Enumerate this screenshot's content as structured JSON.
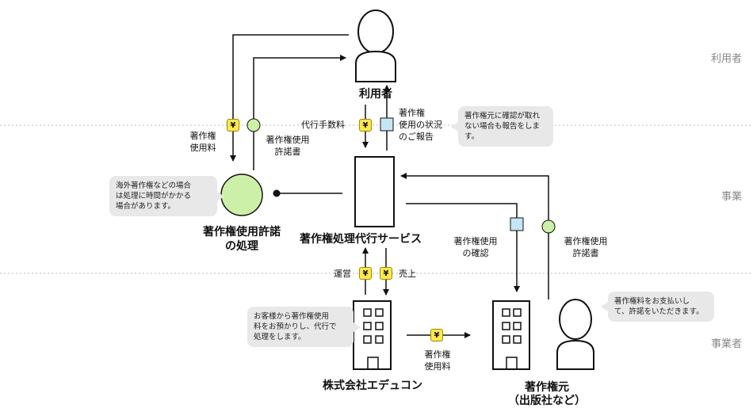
{
  "zones": {
    "user": "利用者",
    "business": "事業",
    "operator": "事業者"
  },
  "nodes": {
    "user": "利用者",
    "service": "著作権処理代行サービス",
    "foreign_1": "著作権使用許諾",
    "foreign_2": "の処理",
    "company": "株式会社エデュコン",
    "holder_1": "著作権元",
    "holder_2": "（出版社など）"
  },
  "labels": {
    "usage_fee_left": [
      "著作権",
      "使用料"
    ],
    "license_left": [
      "著作権使用",
      "許諾書"
    ],
    "agency_fee": "代行手数料",
    "usage_report": [
      "著作権",
      "使用の状況",
      "のご報告"
    ],
    "operation": "運営",
    "sales": "売上",
    "confirm": [
      "著作権使用",
      "の確認"
    ],
    "license_right": [
      "著作権使用",
      "許諾書"
    ],
    "usage_fee_bottom": [
      "著作権",
      "使用料"
    ]
  },
  "bubbles": {
    "foreign": [
      "海外著作権などの場合",
      "は処理に時間がかかる",
      "場合があります。"
    ],
    "report": [
      "著作権元に確認が取れ",
      "ない場合も報告をしま",
      "す。"
    ],
    "deposit": [
      "お客様から著作権使用",
      "料をお預かりし、代行で",
      "処理をします。"
    ],
    "pay": [
      "著作権料をお支払いし",
      "て、許諾をいただきます。"
    ]
  },
  "yen_symbol": "¥",
  "colors": {
    "yen": "#ffe94a",
    "doc": "#c6e6f5",
    "license": "#cdf0a8",
    "bubble": "#e8e8e8",
    "divider": "#bbbbbb",
    "zone_text": "#888888"
  }
}
